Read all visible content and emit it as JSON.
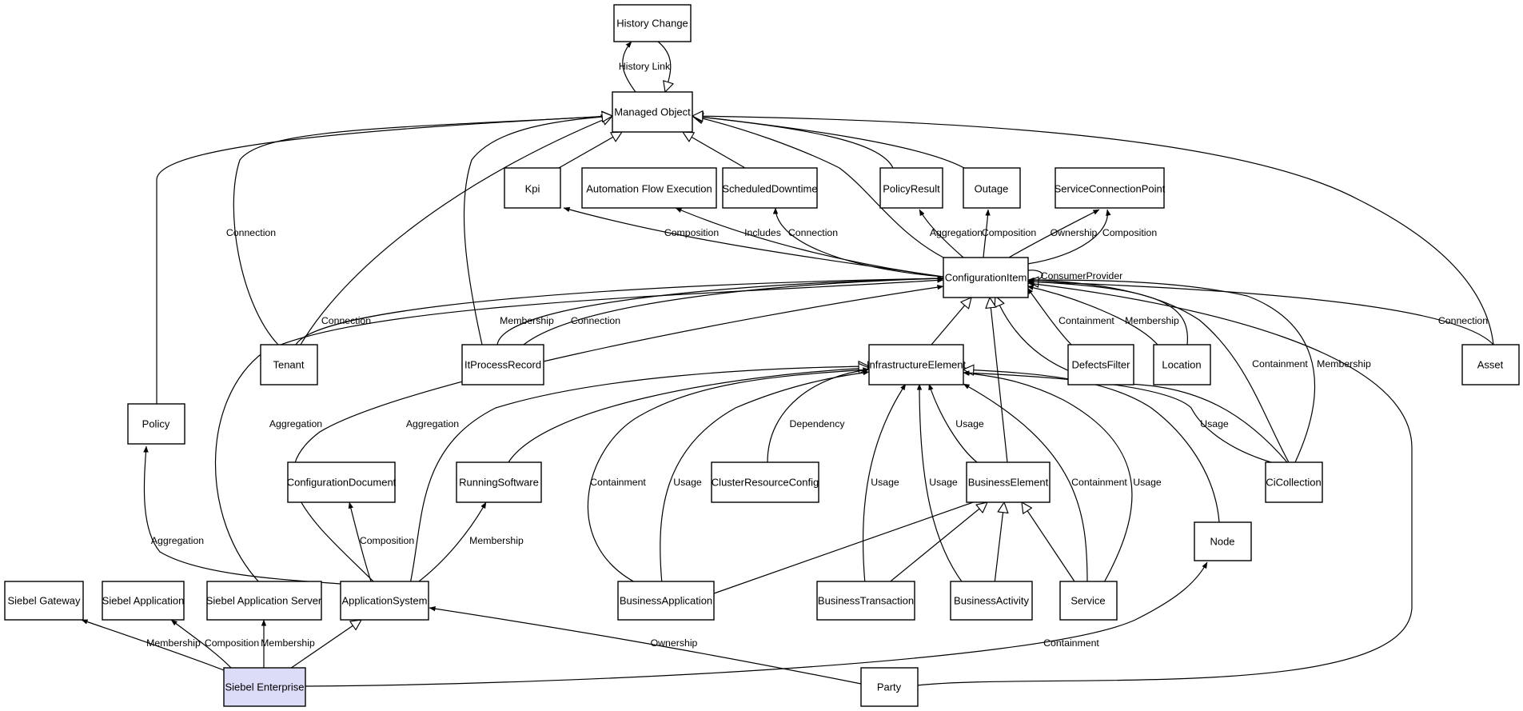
{
  "nodes": [
    {
      "id": "history_change",
      "label": "History Change"
    },
    {
      "id": "managed_object",
      "label": "Managed Object"
    },
    {
      "id": "kpi",
      "label": "Kpi"
    },
    {
      "id": "automation_flow",
      "label": "Automation Flow Execution"
    },
    {
      "id": "scheduled_downtime",
      "label": "ScheduledDowntime"
    },
    {
      "id": "policy_result",
      "label": "PolicyResult"
    },
    {
      "id": "outage",
      "label": "Outage"
    },
    {
      "id": "service_connection_point",
      "label": "ServiceConnectionPoint"
    },
    {
      "id": "configuration_item",
      "label": "ConfigurationItem"
    },
    {
      "id": "tenant",
      "label": "Tenant"
    },
    {
      "id": "it_process_record",
      "label": "ItProcessRecord"
    },
    {
      "id": "infrastructure_element",
      "label": "InfrastructureElement"
    },
    {
      "id": "defects_filter",
      "label": "DefectsFilter"
    },
    {
      "id": "location",
      "label": "Location"
    },
    {
      "id": "asset",
      "label": "Asset"
    },
    {
      "id": "policy",
      "label": "Policy"
    },
    {
      "id": "configuration_document",
      "label": "ConfigurationDocument"
    },
    {
      "id": "running_software",
      "label": "RunningSoftware"
    },
    {
      "id": "cluster_resource_config",
      "label": "ClusterResourceConfig"
    },
    {
      "id": "business_element",
      "label": "BusinessElement"
    },
    {
      "id": "ci_collection",
      "label": "CiCollection"
    },
    {
      "id": "node",
      "label": "Node"
    },
    {
      "id": "siebel_gateway",
      "label": "Siebel Gateway"
    },
    {
      "id": "siebel_application",
      "label": "Siebel Application"
    },
    {
      "id": "siebel_application_server",
      "label": "Siebel Application Server"
    },
    {
      "id": "application_system",
      "label": "ApplicationSystem"
    },
    {
      "id": "business_application",
      "label": "BusinessApplication"
    },
    {
      "id": "business_transaction",
      "label": "BusinessTransaction"
    },
    {
      "id": "business_activity",
      "label": "BusinessActivity"
    },
    {
      "id": "service",
      "label": "Service"
    },
    {
      "id": "siebel_enterprise",
      "label": "Siebel Enterprise"
    },
    {
      "id": "party",
      "label": "Party"
    }
  ],
  "edge_labels": [
    "History Link",
    "Connection",
    "Connection",
    "Membership",
    "Connection",
    "Composition",
    "Includes",
    "Connection",
    "Aggregation",
    "Composition",
    "Ownership",
    "Composition",
    "ConsumerProvider",
    "Containment",
    "Membership",
    "Connection",
    "Containment",
    "Membership",
    "Aggregation",
    "Aggregation",
    "Dependency",
    "Usage",
    "Usage",
    "Aggregation",
    "Composition",
    "Membership",
    "Containment",
    "Usage",
    "Usage",
    "Usage",
    "Containment",
    "Usage",
    "Membership",
    "Composition",
    "Membership",
    "Ownership",
    "Containment"
  ]
}
